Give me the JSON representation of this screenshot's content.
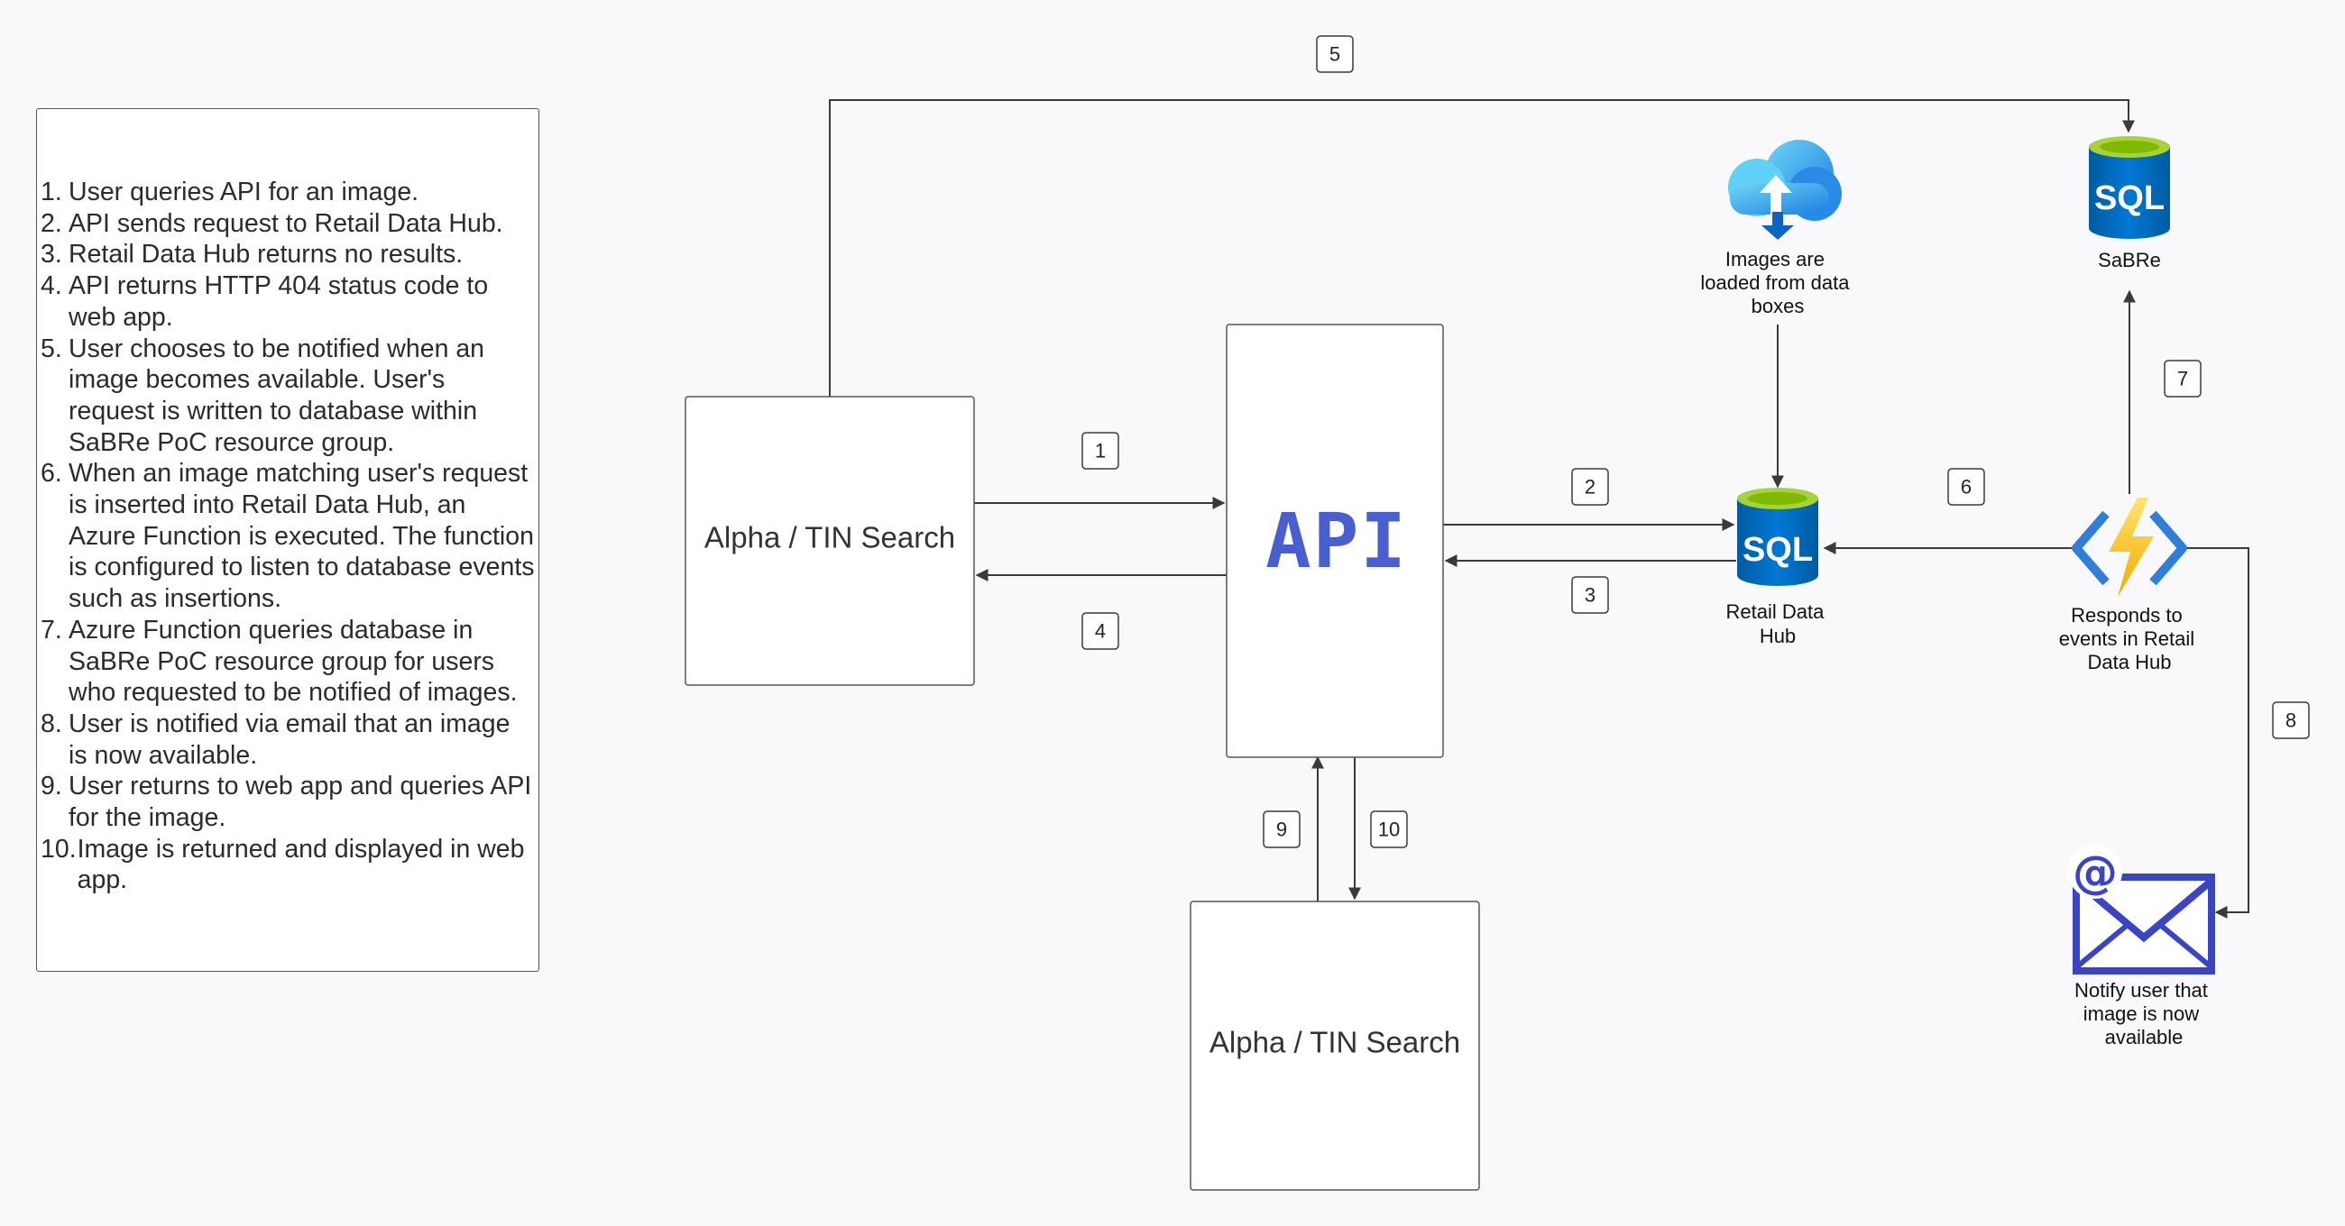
{
  "notes": [
    {
      "num": "1.",
      "text": "User queries API for an image."
    },
    {
      "num": "2.",
      "text": "API sends request to Retail Data Hub."
    },
    {
      "num": "3.",
      "text": "Retail Data Hub returns no results."
    },
    {
      "num": "4.",
      "text": "API returns HTTP 404 status code to web app."
    },
    {
      "num": "5.",
      "text": "User chooses to be notified when an image becomes available. User's request is written to database within SaBRe PoC resource group."
    },
    {
      "num": "6.",
      "text": "When an image matching user's request is inserted into Retail Data Hub, an Azure Function is executed. The function is configured to listen to database events such as insertions."
    },
    {
      "num": "7.",
      "text": "Azure Function queries database in SaBRe PoC resource group for users who requested to be notified of images."
    },
    {
      "num": "8.",
      "text": "User is notified via email that an image is now available."
    },
    {
      "num": "9.",
      "text": "User returns to web app and queries API for the image."
    },
    {
      "num": "10.",
      "text": "Image is returned and displayed in web app."
    }
  ],
  "nodes": {
    "search_top": "Alpha / TIN Search",
    "search_bottom": "Alpha / TIN Search",
    "api": "API",
    "sql_label": "SQL",
    "sabre_sql_label": "SQL",
    "retail_caption": [
      "Retail Data",
      "Hub"
    ],
    "sabre_caption": [
      "SaBRe"
    ],
    "images_caption": [
      "Images are",
      "loaded from data",
      "boxes"
    ],
    "function_caption": [
      "Responds to",
      "events in Retail",
      "Data Hub"
    ],
    "email_caption": [
      "Notify user that",
      "image is now",
      "available"
    ]
  },
  "steps": {
    "s1": "1",
    "s2": "2",
    "s3": "3",
    "s4": "4",
    "s5": "5",
    "s6": "6",
    "s7": "7",
    "s8": "8",
    "s9": "9",
    "s10": "10"
  },
  "icons": {
    "database": "sql-database-icon",
    "cloud": "cloud-upload-icon",
    "function": "azure-function-icon",
    "email": "email-envelope-icon"
  },
  "colors": {
    "api": "#4a5fcf",
    "sql_blue": "#0078d4",
    "sql_top": "#7fba00",
    "function_bolt": "#fcd116",
    "function_bracket": "#2f7fd8",
    "email": "#3a44c4",
    "cloud": "#50c8f4"
  }
}
